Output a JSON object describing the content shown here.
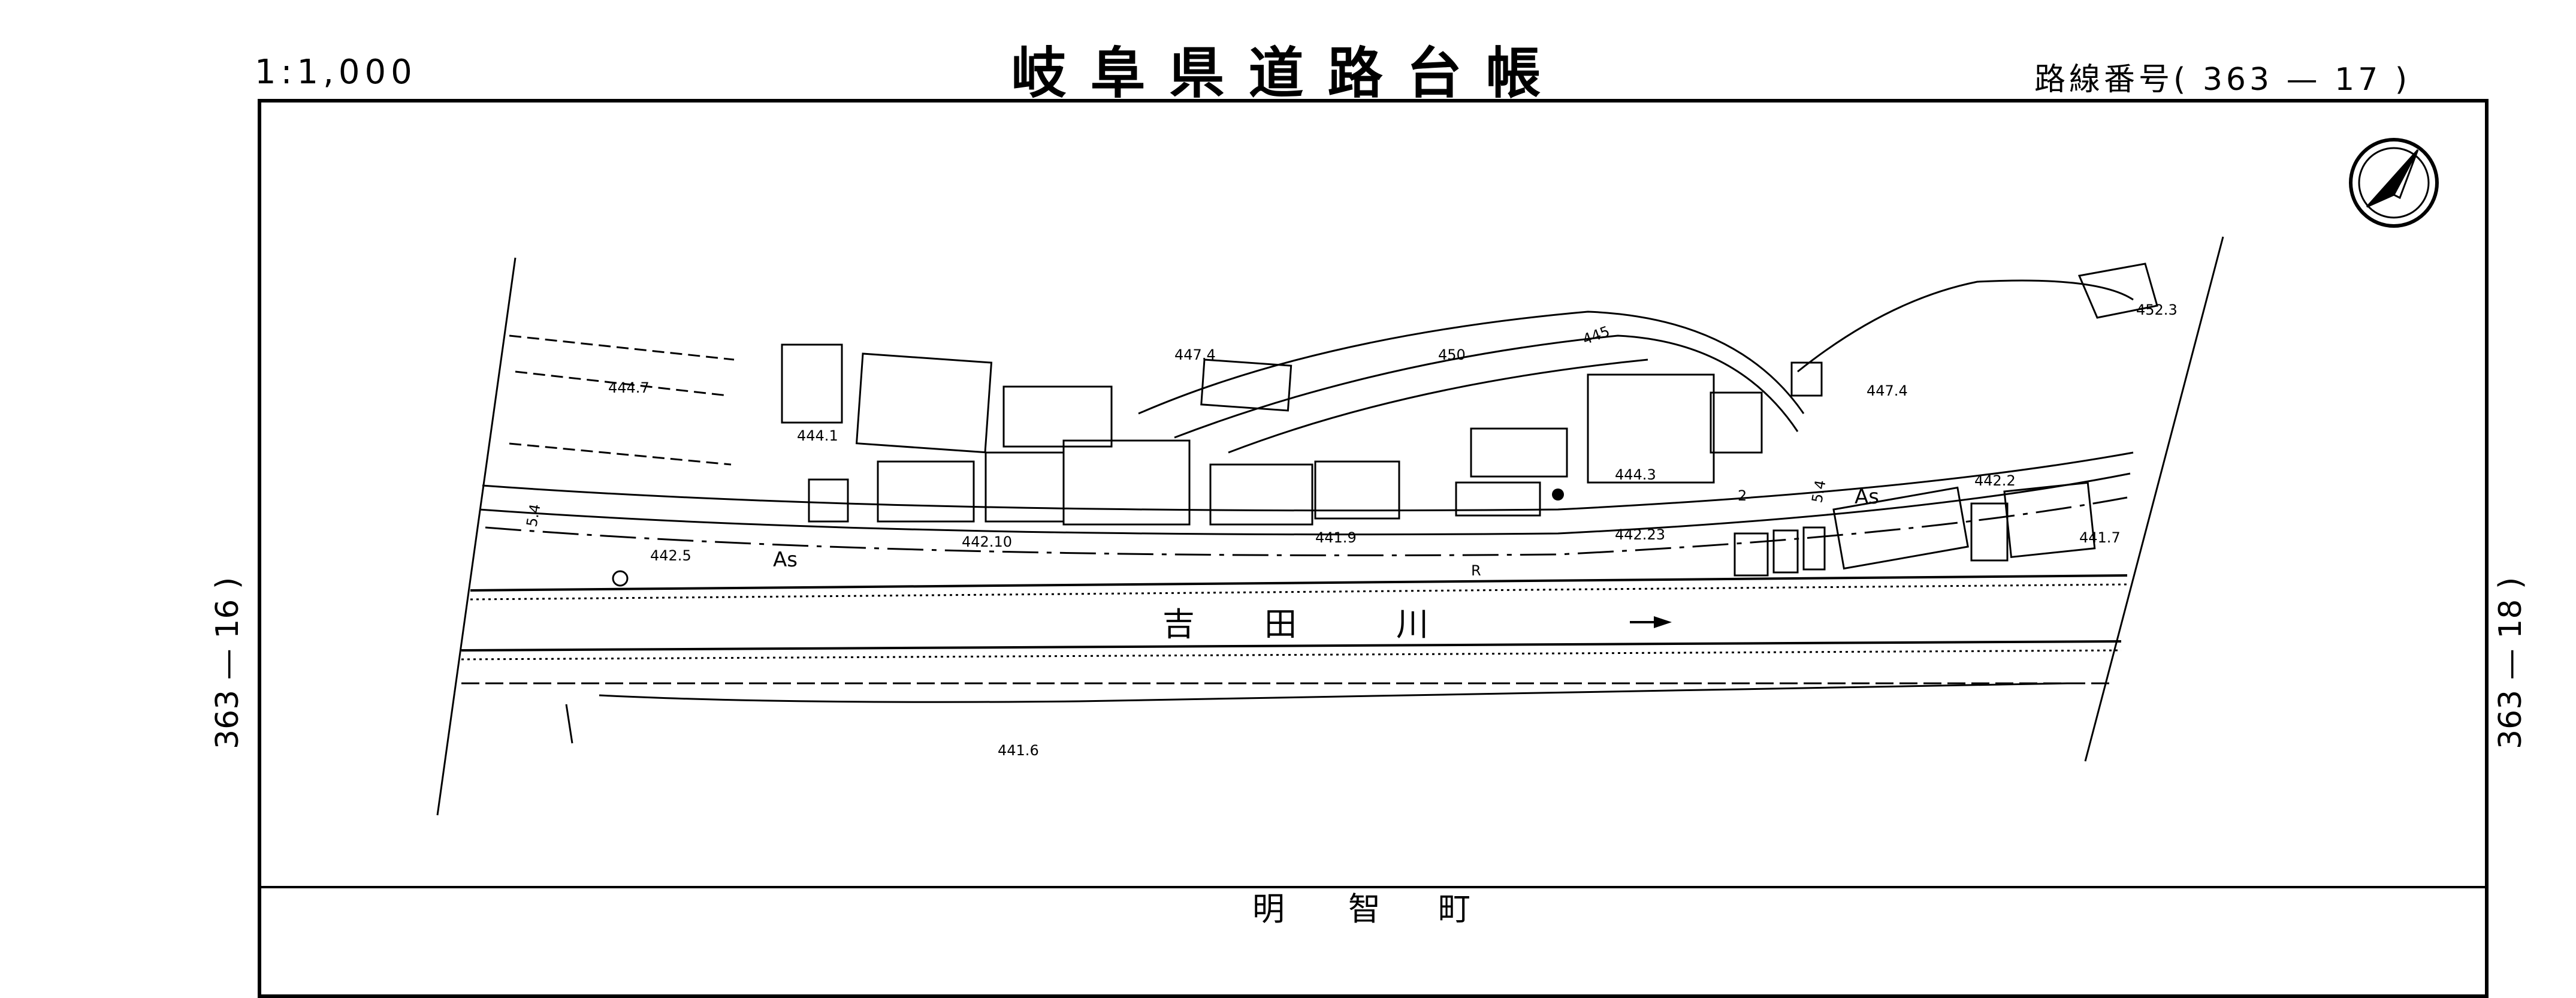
{
  "header": {
    "scale": "1:1,000",
    "title": "岐阜県道路台帳",
    "route_label": "路線番号(",
    "route_number": "363 — 17",
    "route_close": ")"
  },
  "sheet_refs": {
    "left": "363 — 16 )",
    "right": "363 — 18 )"
  },
  "map": {
    "river_chars": [
      "吉",
      "田",
      "川"
    ],
    "town_chars": [
      "明",
      "智",
      "町"
    ],
    "road_surface_labels": [
      "As",
      "As"
    ],
    "road_marks": [
      "R",
      "2",
      "5.4",
      "5.4"
    ],
    "contour_labels": [
      "450",
      "445"
    ],
    "elevations": [
      "444.7",
      "444.1",
      "447.4",
      "444.3",
      "447.4",
      "452.3",
      "442.5",
      "442.10",
      "441.9",
      "442.23",
      "442.2",
      "441.7",
      "441.6"
    ],
    "north_arrow": "north-arrow-icon",
    "flow_arrow": "flow-arrow-icon"
  }
}
